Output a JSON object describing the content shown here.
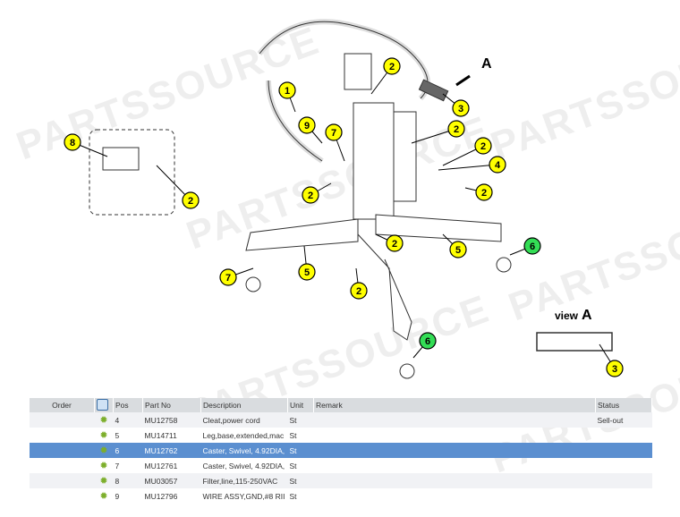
{
  "diagram": {
    "callouts": [
      {
        "n": "1",
        "color": "#ffff00"
      },
      {
        "n": "2",
        "color": "#ffff00"
      },
      {
        "n": "3",
        "color": "#ffff00"
      },
      {
        "n": "9",
        "color": "#ffff00"
      },
      {
        "n": "2",
        "color": "#ffff00"
      },
      {
        "n": "7",
        "color": "#ffff00"
      },
      {
        "n": "2",
        "color": "#ffff00"
      },
      {
        "n": "4",
        "color": "#ffff00"
      },
      {
        "n": "8",
        "color": "#ffff00"
      },
      {
        "n": "2",
        "color": "#ffff00"
      },
      {
        "n": "2",
        "color": "#ffff00"
      },
      {
        "n": "2",
        "color": "#ffff00"
      },
      {
        "n": "2",
        "color": "#ffff00"
      },
      {
        "n": "5",
        "color": "#ffff00"
      },
      {
        "n": "6",
        "color": "#33dd55"
      },
      {
        "n": "7",
        "color": "#ffff00"
      },
      {
        "n": "5",
        "color": "#ffff00"
      },
      {
        "n": "2",
        "color": "#ffff00"
      },
      {
        "n": "6",
        "color": "#33dd55"
      },
      {
        "n": "3",
        "color": "#ffff00"
      }
    ],
    "arrow_label": "A",
    "view_label": "view",
    "view_letter": "A",
    "watermark": "PARTSSOURCE"
  },
  "table": {
    "headers": {
      "order": "Order",
      "pos": "Pos",
      "part_no": "Part No",
      "description": "Description",
      "unit": "Unit",
      "remark": "Remark",
      "status": "Status"
    },
    "rows": [
      {
        "pos": "4",
        "part_no": "MU12758",
        "description": "Cleat,power cord",
        "unit": "St",
        "remark": "",
        "status": "Sell-out"
      },
      {
        "pos": "5",
        "part_no": "MU14711",
        "description": "Leg,base,extended,mac",
        "unit": "St",
        "remark": "",
        "status": ""
      },
      {
        "pos": "6",
        "part_no": "MU12762",
        "description": "Caster, Swivel, 4.92DIA,",
        "unit": "St",
        "remark": "",
        "status": ""
      },
      {
        "pos": "7",
        "part_no": "MU12761",
        "description": "Caster, Swivel, 4.92DIA,",
        "unit": "St",
        "remark": "",
        "status": ""
      },
      {
        "pos": "8",
        "part_no": "MU03057",
        "description": "Filter,line,115-250VAC",
        "unit": "St",
        "remark": "",
        "status": ""
      },
      {
        "pos": "9",
        "part_no": "MU12796",
        "description": "WIRE ASSY,GND,#8 RII",
        "unit": "St",
        "remark": "",
        "status": ""
      }
    ],
    "selected_pos": "6",
    "selection_color": "#5b8fd0"
  }
}
